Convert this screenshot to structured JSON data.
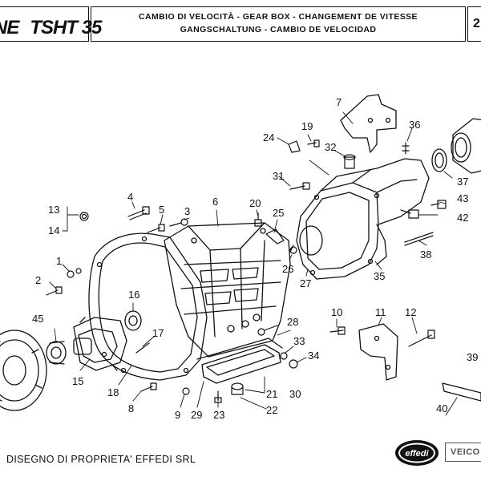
{
  "header": {
    "model": "TSHT 35",
    "model_prefix_fragment": "NE",
    "title_line1": "CAMBIO DI VELOCITÀ - GEAR BOX  - CHANGEMENT DE VITESSE",
    "title_line2": "GANGSCHALTUNG - CAMBIO DE VELOCIDAD",
    "page_number_fragment": "2"
  },
  "callouts": [
    "1",
    "2",
    "3",
    "4",
    "5",
    "6",
    "7",
    "8",
    "9",
    "10",
    "11",
    "12",
    "13",
    "14",
    "15",
    "16",
    "17",
    "18",
    "19",
    "20",
    "21",
    "22",
    "23",
    "24",
    "25",
    "26",
    "27",
    "28",
    "29",
    "30",
    "31",
    "32",
    "33",
    "34",
    "35",
    "36",
    "37",
    "38",
    "39",
    "40",
    "42",
    "43",
    "45"
  ],
  "footer": {
    "ownership_notice": "DISEGNO DI PROPRIETA' EFFEDI SRL",
    "logo_text": "effedi",
    "brand_fragment": "VEICO"
  }
}
